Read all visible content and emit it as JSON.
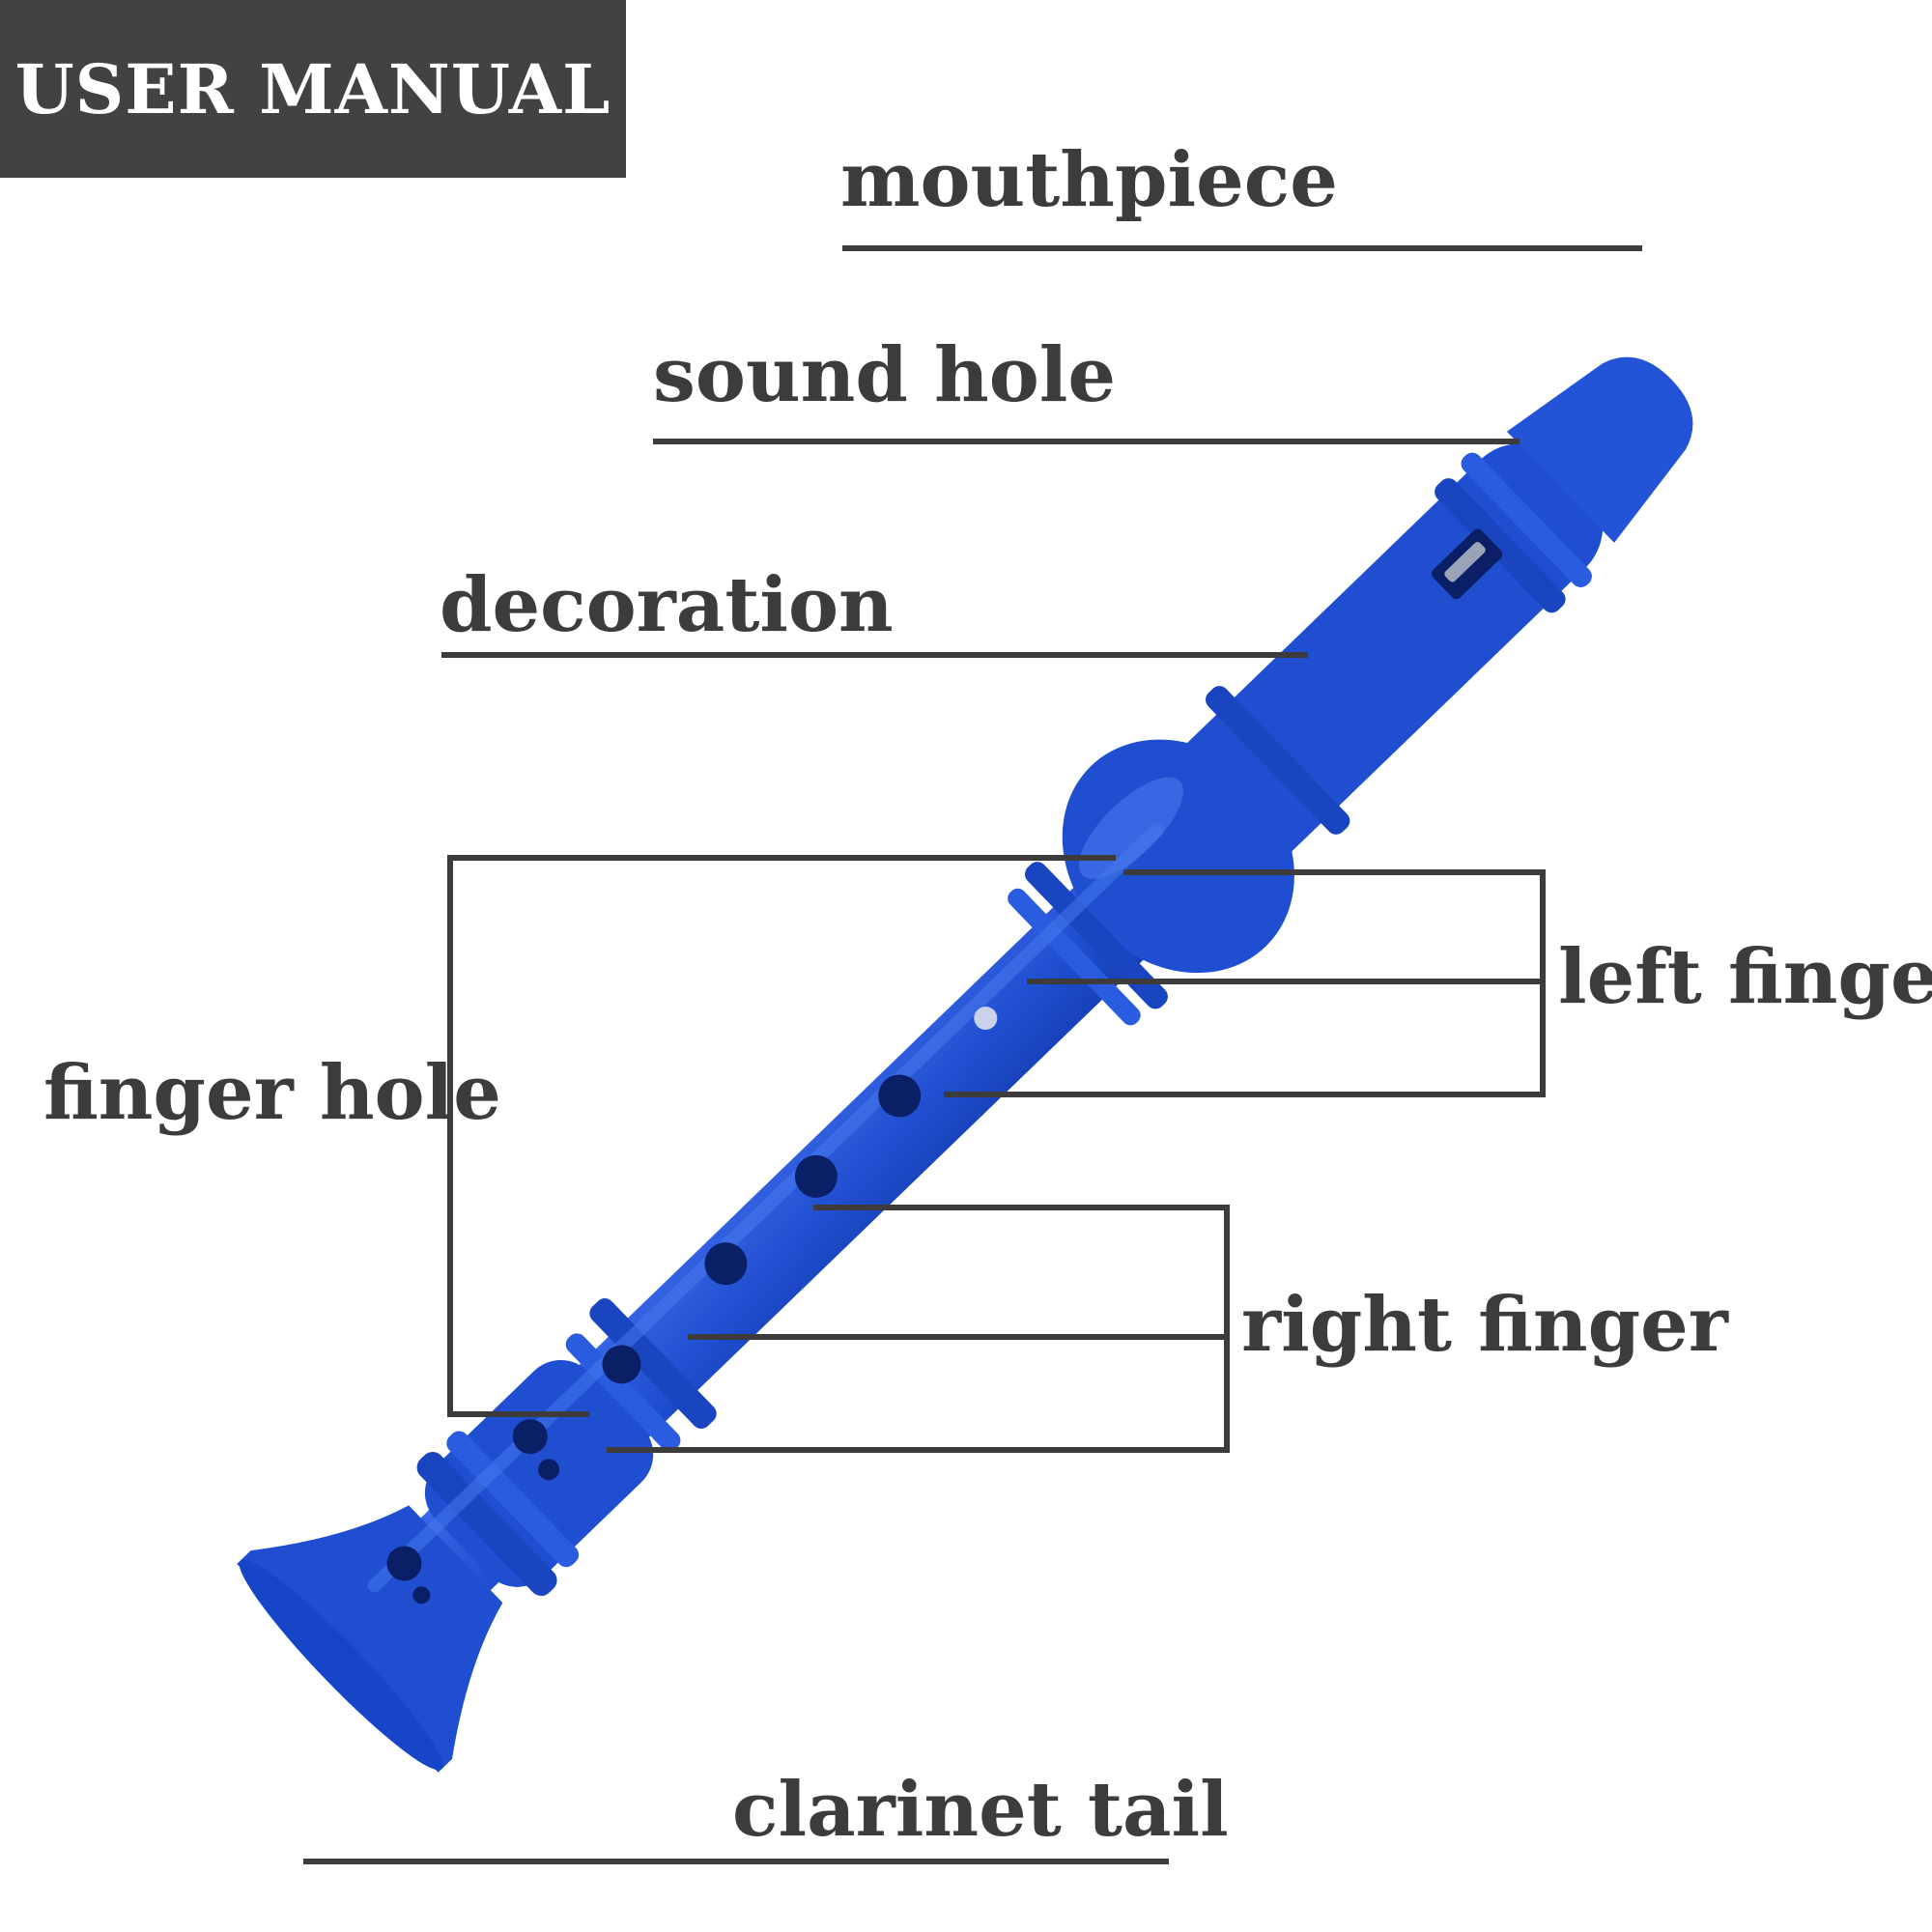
{
  "header": {
    "title": "USER MANUAL"
  },
  "labels": {
    "mouthpiece": "mouthpiece",
    "sound_hole": "sound hole",
    "decoration": "decoration",
    "finger_hole": "finger hole",
    "left_finger": "left finger",
    "right_finger": "right finger",
    "clarinet_tail": "clarinet tail"
  },
  "colors": {
    "recorder_body": "#1f4fd0",
    "recorder_highlight": "#4a7cf0",
    "recorder_shadow": "#0f2f95",
    "leader_line": "#3d3b3c",
    "header_bg": "#434142",
    "header_text": "#ffffff"
  }
}
